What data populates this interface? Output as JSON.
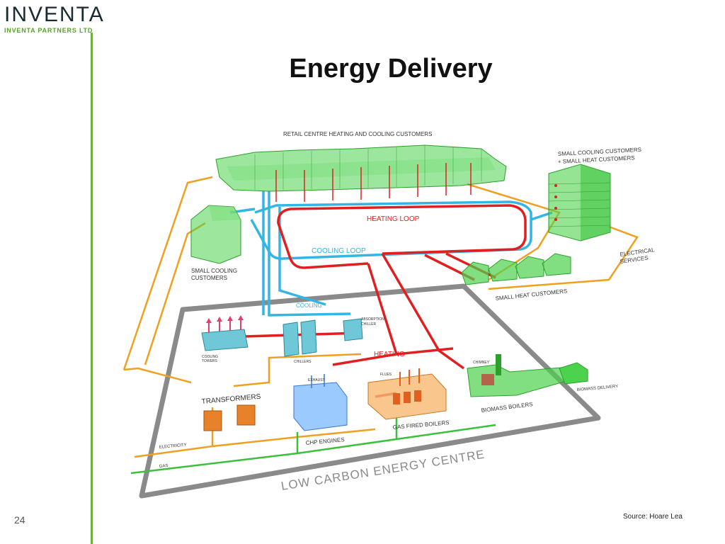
{
  "logo": {
    "brand": "INVENTA",
    "tagline": "INVENTA PARTNERS LTD"
  },
  "title": "Energy Delivery",
  "page_number": "24",
  "source": "Source: Hoare Lea",
  "colors": {
    "heating": "#e02020",
    "cooling": "#33b5e5",
    "electricity": "#f0a020",
    "gas": "#3cc03c",
    "building": "#4cd24c",
    "frame": "#8a8a8a",
    "accent": "#6ab23c"
  },
  "diagram": {
    "retail": "RETAIL CENTRE HEATING AND COOLING CUSTOMERS",
    "small_cool_heat_1": "SMALL COOLING CUSTOMERS",
    "small_cool_heat_2": "+ SMALL HEAT CUSTOMERS",
    "heating_loop": "HEATING LOOP",
    "cooling_loop": "COOLING LOOP",
    "small_cooling_1": "SMALL COOLING",
    "small_cooling_2": "CUSTOMERS",
    "electrical_1": "ELECTRICAL",
    "electrical_2": "SERVICES",
    "small_heat": "SMALL HEAT CUSTOMERS",
    "cooling": "COOLING",
    "absorption_1": "ABSORPTION",
    "absorption_2": "CHILLER",
    "cooling_towers_1": "COOLING",
    "cooling_towers_2": "TOWERS",
    "chillers": "CHILLERS",
    "heating": "HEATING",
    "chimney": "CHIMNEY",
    "flues": "FLUES",
    "exhaust": "EXHAUST",
    "transformers": "TRANSFORMERS",
    "biomass_delivery": "BIOMASS DELIVERY",
    "biomass_boilers": "BIOMASS BOILERS",
    "gas_fired_boilers": "GAS FIRED BOILERS",
    "chp_engines": "CHP ENGINES",
    "electricity": "ELECTRICITY",
    "gas": "GAS",
    "low_carbon": "LOW CARBON ENERGY CENTRE"
  }
}
